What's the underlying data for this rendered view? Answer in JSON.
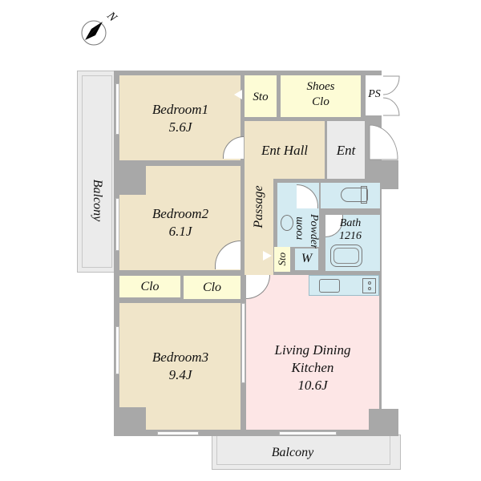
{
  "compass": {
    "north_label": "N",
    "icon": "north-arrow-icon"
  },
  "rooms": {
    "bedroom1": {
      "name": "Bedroom1",
      "size": "5.6J"
    },
    "bedroom2": {
      "name": "Bedroom2",
      "size": "6.1J"
    },
    "bedroom3": {
      "name": "Bedroom3",
      "size": "9.4J"
    },
    "ldk": {
      "line1": "Living Dining",
      "line2": "Kitchen",
      "size": "10.6J"
    },
    "ent_hall": {
      "name": "Ent Hall"
    },
    "ent": {
      "name": "Ent"
    },
    "passage": {
      "name": "Passage"
    },
    "sto_top": {
      "name": "Sto"
    },
    "shoes_clo": {
      "line1": "Shoes",
      "line2": "Clo"
    },
    "ps": {
      "name": "PS"
    },
    "powder_room": {
      "line1": "Powder",
      "line2": "room"
    },
    "bath": {
      "name": "Bath",
      "size": "1216"
    },
    "w": {
      "name": "W"
    },
    "sto_small": {
      "name": "Sto"
    },
    "clo_left": {
      "name": "Clo"
    },
    "clo_right": {
      "name": "Clo"
    },
    "balcony_west": {
      "name": "Balcony"
    },
    "balcony_south": {
      "name": "Balcony"
    }
  },
  "colors": {
    "bedroom": "#f0e5c9",
    "storage": "#fdfcd6",
    "ldk": "#fde6e6",
    "wet_area": "#d4ebf2",
    "wall": "#a8a8a8",
    "balcony": "#ebebeb"
  }
}
